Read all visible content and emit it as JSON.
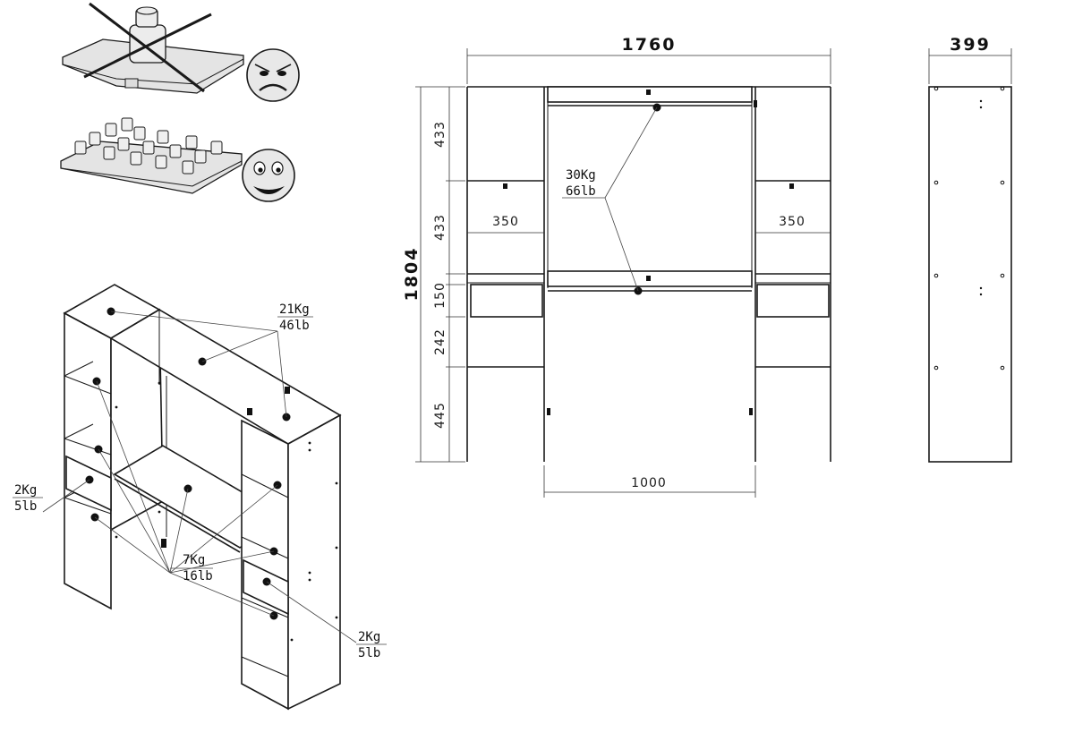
{
  "front_view": {
    "total_width": "1760",
    "total_height": "1804",
    "section_heights": [
      "433",
      "433",
      "150",
      "242",
      "445"
    ],
    "left_shelf_width": "350",
    "right_shelf_width": "350",
    "opening_width": "1000",
    "rail_load": {
      "kg": "30Kg",
      "lb": "66lb"
    }
  },
  "side_view": {
    "depth": "399"
  },
  "iso_view": {
    "top_load": {
      "kg": "21Kg",
      "lb": "46lb"
    },
    "shelf_load": {
      "kg": "7Kg",
      "lb": "16lb"
    },
    "left_drawer_load": {
      "kg": "2Kg",
      "lb": "5lb"
    },
    "right_drawer_load": {
      "kg": "2Kg",
      "lb": "5lb"
    }
  },
  "load_instructions": {
    "wrong": "concentrated weight on shelf - angry face",
    "right": "evenly distributed weight - happy face"
  }
}
